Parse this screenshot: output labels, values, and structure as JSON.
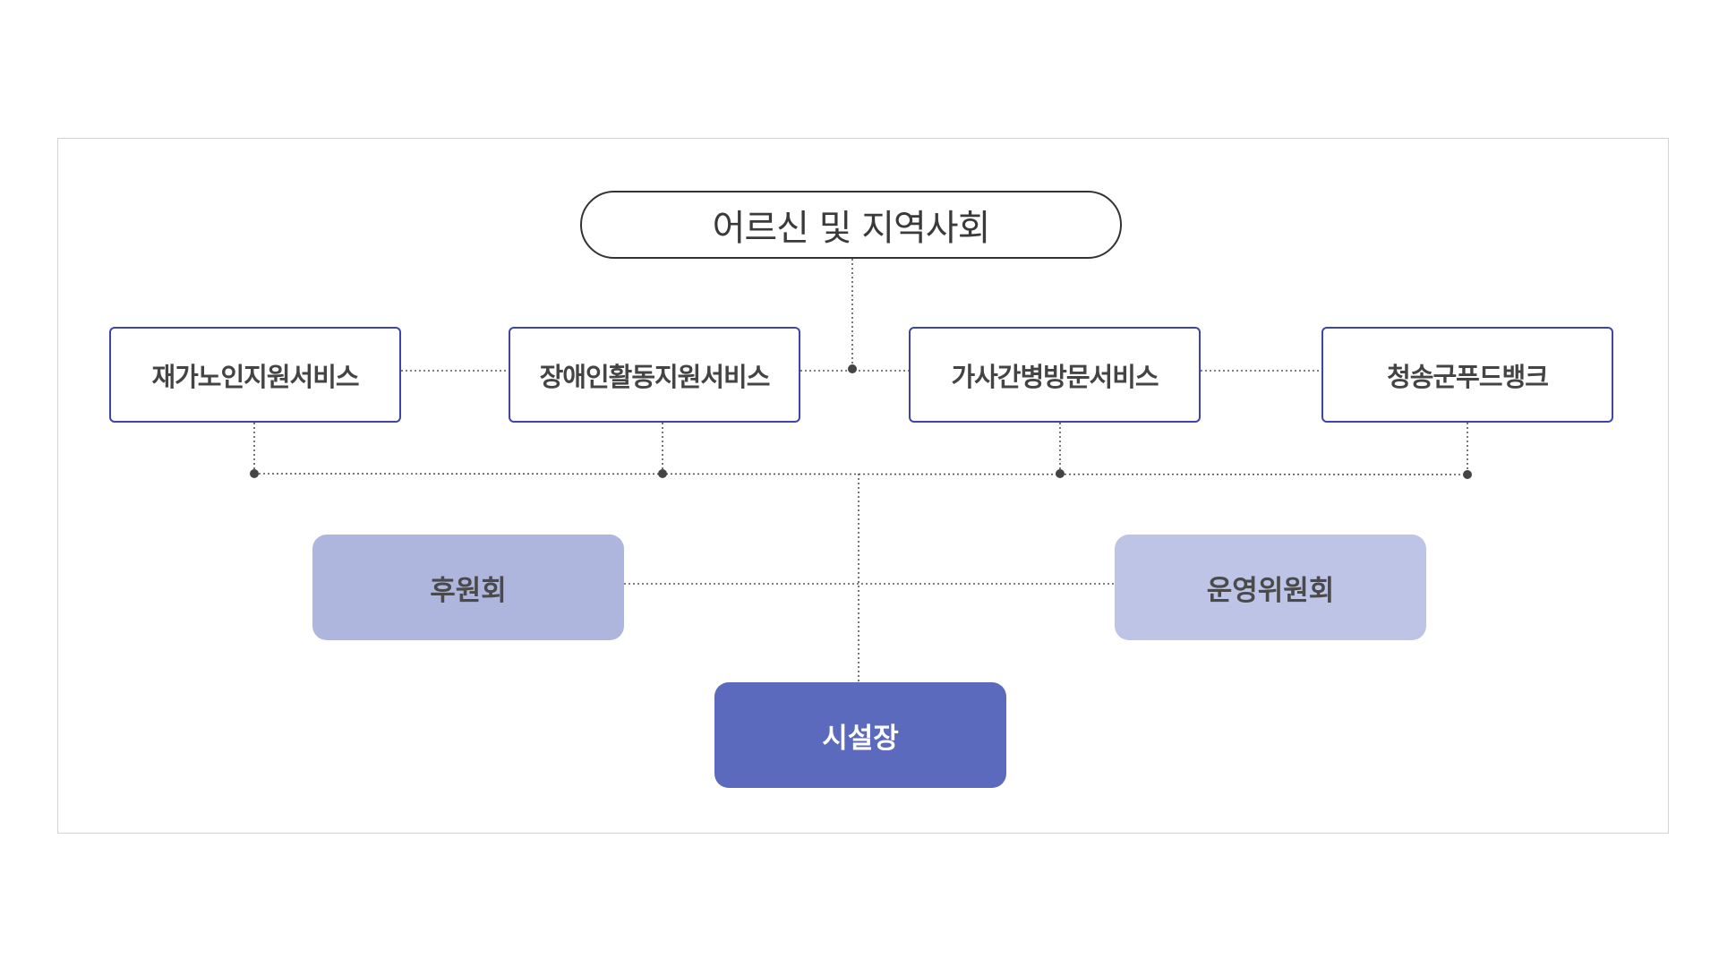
{
  "diagram": {
    "top": {
      "label": "어르신 및 지역사회"
    },
    "services": [
      {
        "label": "재가노인지원서비스"
      },
      {
        "label": "장애인활동지원서비스"
      },
      {
        "label": "가사간병방문서비스"
      },
      {
        "label": "청송군푸드뱅크"
      }
    ],
    "support_units": [
      {
        "label": "후원회"
      },
      {
        "label": "운영위원회"
      }
    ],
    "head": {
      "label": "시설장"
    },
    "colors": {
      "service_border": "#3f44a8",
      "support_left_fill": "#aeb6de",
      "support_right_fill": "#bdc4e6",
      "head_fill": "#5b6abd",
      "connector": "#555555"
    }
  }
}
